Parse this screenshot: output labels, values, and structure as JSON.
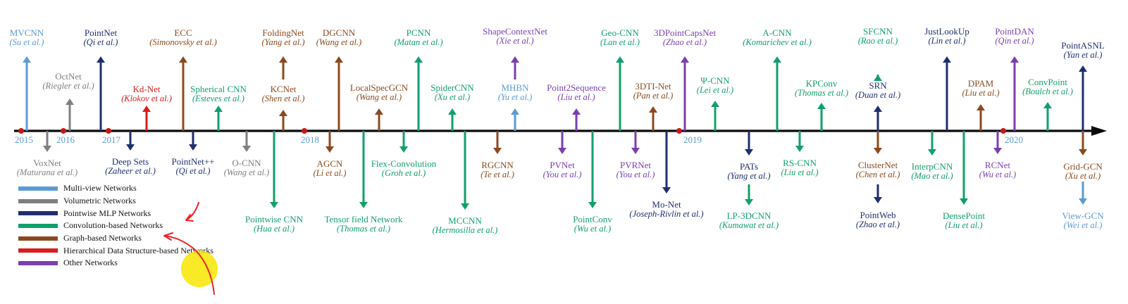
{
  "colors": {
    "multiview": "#5b9bd5",
    "volumetric": "#7f7f7f",
    "pointwise": "#1f2f6e",
    "convolution": "#11a06a",
    "graph": "#8b4a1e",
    "hierarchical": "#d81e1e",
    "other": "#7a3fb0",
    "axis": "#0a0a0a",
    "year_dot": "#c51818",
    "annotation": "#ea2424"
  },
  "years": [
    {
      "label": "2015"
    },
    {
      "label": "2016"
    },
    {
      "label": "2017"
    },
    {
      "label": "2018"
    },
    {
      "label": "2019"
    },
    {
      "label": "2020"
    }
  ],
  "legend": [
    {
      "label": "Multi-view Networks",
      "category": "multiview"
    },
    {
      "label": "Volumetric Networks",
      "category": "volumetric"
    },
    {
      "label": "Pointwise MLP Networks",
      "category": "pointwise"
    },
    {
      "label": "Convolution-based Networks",
      "category": "convolution"
    },
    {
      "label": "Graph-based Networks",
      "category": "graph"
    },
    {
      "label": "Hierarchical Data Structure-based Networks",
      "category": "hierarchical"
    },
    {
      "label": "Other Networks",
      "category": "other"
    }
  ],
  "methods": [
    {
      "name": "MVCNN",
      "author": "Su et al.",
      "category": "multiview"
    },
    {
      "name": "PointNet",
      "author": "Qi et al.",
      "category": "pointwise"
    },
    {
      "name": "OctNet",
      "author": "Riegler et al.",
      "category": "volumetric"
    },
    {
      "name": "VoxNet",
      "author": "Maturana et al.",
      "category": "volumetric"
    },
    {
      "name": "ECC",
      "author": "Simonovsky  et al.",
      "category": "graph"
    },
    {
      "name": "Kd-Net",
      "author": "Klokov et al.",
      "category": "hierarchical"
    },
    {
      "name": "Deep Sets",
      "author": "Zaheer et al.",
      "category": "pointwise"
    },
    {
      "name": "PointNet++",
      "author": "Qi et al.",
      "category": "pointwise"
    },
    {
      "name": "Spherical CNN",
      "author": "Esteves et al.",
      "category": "convolution"
    },
    {
      "name": "O-CNN",
      "author": "Wang et al.",
      "category": "volumetric"
    },
    {
      "name": "FoldingNet",
      "author": "Yang et al.",
      "category": "graph"
    },
    {
      "name": "KCNet",
      "author": "Shen et al.",
      "category": "graph"
    },
    {
      "name": "Pointwise CNN",
      "author": "Hua et al.",
      "category": "convolution"
    },
    {
      "name": "DGCNN",
      "author": "Wang et al.",
      "category": "graph"
    },
    {
      "name": "AGCN",
      "author": "Li et al.",
      "category": "graph"
    },
    {
      "name": "LocalSpecGCN",
      "author": "Wang et al.",
      "category": "graph"
    },
    {
      "name": "Tensor field Network",
      "author": "Thomas et al.",
      "category": "convolution"
    },
    {
      "name": "Flex-Convolution",
      "author": "Groh et al.",
      "category": "convolution"
    },
    {
      "name": "PCNN",
      "author": "Matan et al.",
      "category": "convolution"
    },
    {
      "name": "SpiderCNN",
      "author": "Xu et al.",
      "category": "convolution"
    },
    {
      "name": "MCCNN",
      "author": "Hermosilla et al.",
      "category": "convolution"
    },
    {
      "name": "ShapeContextNet",
      "author": "Xie et al.",
      "category": "other"
    },
    {
      "name": "MHBN",
      "author": "Yu et al.",
      "category": "multiview"
    },
    {
      "name": "RGCNN",
      "author": "Te et al.",
      "category": "graph"
    },
    {
      "name": "Point2Sequence",
      "author": "Liu et al.",
      "category": "other"
    },
    {
      "name": "PVNet",
      "author": "You et al.",
      "category": "other"
    },
    {
      "name": "PointConv",
      "author": "Wu et al.",
      "category": "convolution"
    },
    {
      "name": "Geo-CNN",
      "author": "Lan et al.",
      "category": "convolution"
    },
    {
      "name": "PVRNet",
      "author": "You et al.",
      "category": "other"
    },
    {
      "name": "3DTI-Net",
      "author": "Pan et al.",
      "category": "graph"
    },
    {
      "name": "3DPointCapsNet",
      "author": "Zhao et al.",
      "category": "other"
    },
    {
      "name": "Mo-Net",
      "author": "Joseph-Rivlin et al.",
      "category": "pointwise"
    },
    {
      "name": "Ψ-CNN",
      "author": "Lei et al.",
      "category": "convolution"
    },
    {
      "name": "PATs",
      "author": "Yang et al.",
      "category": "pointwise"
    },
    {
      "name": "LP-3DCNN",
      "author": "Kumawat et al.",
      "category": "convolution"
    },
    {
      "name": "A-CNN",
      "author": "Komarichev et al.",
      "category": "convolution"
    },
    {
      "name": "RS-CNN",
      "author": "Liu et al.",
      "category": "convolution"
    },
    {
      "name": "KPConv",
      "author": "Thomas et al.",
      "category": "convolution"
    },
    {
      "name": "SFCNN",
      "author": "Rao et al.",
      "category": "convolution"
    },
    {
      "name": "SRN",
      "author": "Duan et al.",
      "category": "pointwise"
    },
    {
      "name": "ClusterNet",
      "author": "Chen et al.",
      "category": "graph"
    },
    {
      "name": "PointWeb",
      "author": "Zhao et al.",
      "category": "pointwise"
    },
    {
      "name": "JustLookUp",
      "author": "Lin et al.",
      "category": "pointwise"
    },
    {
      "name": "InterpCNN",
      "author": "Mao et al.",
      "category": "convolution"
    },
    {
      "name": "DensePoint",
      "author": "Liu et al.",
      "category": "convolution"
    },
    {
      "name": "DPAM",
      "author": "Liu et al.",
      "category": "graph"
    },
    {
      "name": "PointDAN",
      "author": "Qin et al.",
      "category": "other"
    },
    {
      "name": "RCNet",
      "author": "Wu et al.",
      "category": "other"
    },
    {
      "name": "ConvPoint",
      "author": "Boulch et al.",
      "category": "convolution"
    },
    {
      "name": "PointASNL",
      "author": "Yan et al.",
      "category": "pointwise"
    },
    {
      "name": "Grid-GCN",
      "author": "Xu et al.",
      "category": "graph"
    },
    {
      "name": "View-GCN",
      "author": "Wei et al.",
      "category": "multiview"
    }
  ]
}
